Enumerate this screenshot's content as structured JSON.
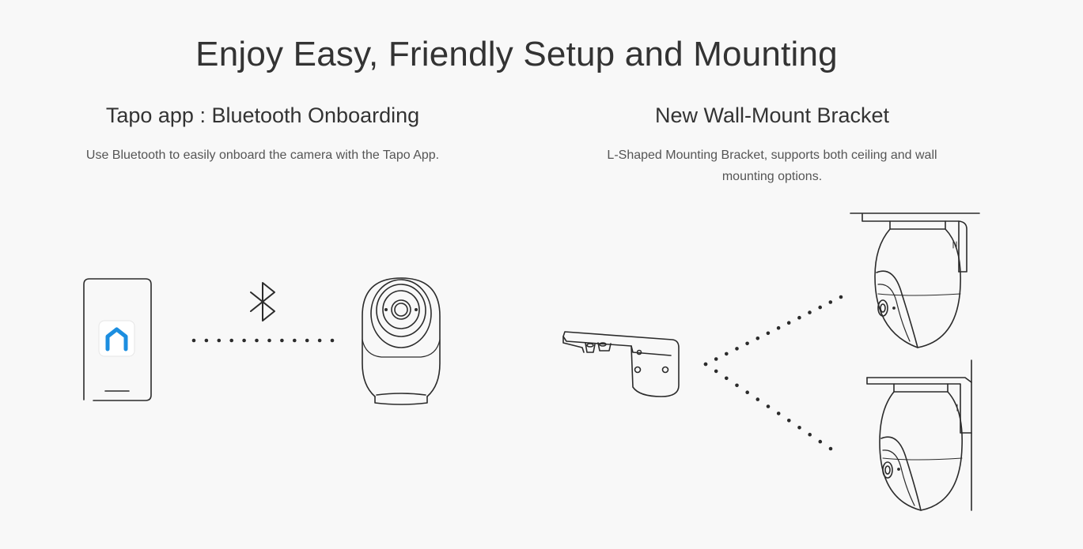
{
  "page": {
    "title": "Enjoy Easy, Friendly Setup and Mounting"
  },
  "features": {
    "bluetooth": {
      "title": "Tapo app : Bluetooth Onboarding",
      "description": "Use Bluetooth to easily onboard the camera with the Tapo App."
    },
    "bracket": {
      "title": "New Wall-Mount Bracket",
      "description": "L-Shaped Mounting Bracket, supports both ceiling and wall mounting options."
    }
  },
  "icons": {
    "phone": "phone-icon",
    "app": "tapo-app-icon",
    "bluetooth": "bluetooth-icon",
    "camera": "camera-icon",
    "bracket": "wall-mount-bracket-icon",
    "ceiling_camera": "ceiling-mounted-camera-icon",
    "wall_camera": "wall-mounted-camera-icon"
  },
  "colors": {
    "background": "#f8f8f8",
    "line": "#2b2b2b",
    "app_blue_light": "#2fb8ee",
    "app_blue_dark": "#1a6fd1"
  }
}
